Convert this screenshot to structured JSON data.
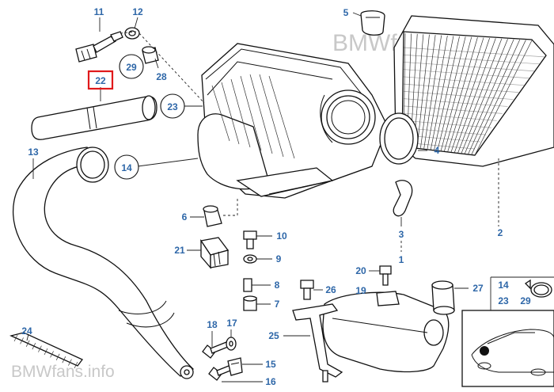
{
  "watermarks": {
    "top_right": "BMWfans.info",
    "bottom_left": "BMWfans.info"
  },
  "highlighted_part": "22",
  "colors": {
    "callout_text": "#2e67a8",
    "highlight_box": "#e0191b",
    "watermark": "#c8c8c8",
    "line_art": "#111111"
  },
  "callouts": [
    {
      "id": "11",
      "label": "11"
    },
    {
      "id": "12",
      "label": "12"
    },
    {
      "id": "29a",
      "label": "29"
    },
    {
      "id": "28",
      "label": "28"
    },
    {
      "id": "22",
      "label": "22"
    },
    {
      "id": "23a",
      "label": "23"
    },
    {
      "id": "13",
      "label": "13"
    },
    {
      "id": "14a",
      "label": "14"
    },
    {
      "id": "5",
      "label": "5"
    },
    {
      "id": "4",
      "label": "4"
    },
    {
      "id": "6",
      "label": "6"
    },
    {
      "id": "3",
      "label": "3"
    },
    {
      "id": "2",
      "label": "2"
    },
    {
      "id": "1",
      "label": "1"
    },
    {
      "id": "10",
      "label": "10"
    },
    {
      "id": "21",
      "label": "21"
    },
    {
      "id": "9",
      "label": "9"
    },
    {
      "id": "20",
      "label": "20"
    },
    {
      "id": "19",
      "label": "19"
    },
    {
      "id": "8",
      "label": "8"
    },
    {
      "id": "26",
      "label": "26"
    },
    {
      "id": "27",
      "label": "27"
    },
    {
      "id": "7",
      "label": "7"
    },
    {
      "id": "14b",
      "label": "14"
    },
    {
      "id": "23b",
      "label": "23"
    },
    {
      "id": "29b",
      "label": "29"
    },
    {
      "id": "18",
      "label": "18"
    },
    {
      "id": "17",
      "label": "17"
    },
    {
      "id": "24",
      "label": "24"
    },
    {
      "id": "25",
      "label": "25"
    },
    {
      "id": "15",
      "label": "15"
    },
    {
      "id": "16",
      "label": "16"
    }
  ]
}
